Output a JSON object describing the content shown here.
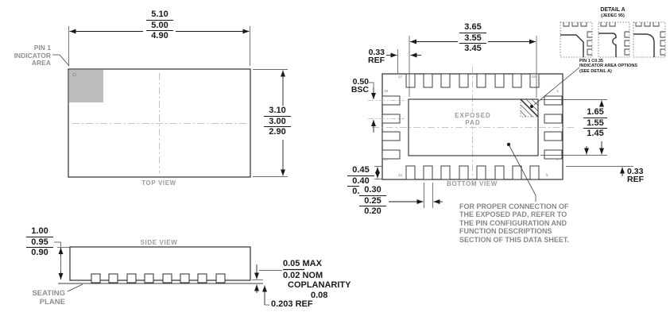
{
  "colors": {
    "line": "#3d3d3d",
    "dim_text": "#1a1a1a",
    "muted_text": "#8f8f8f",
    "pin1_fill": "#bcbcbc"
  },
  "tv": {
    "label": "TOP VIEW",
    "pin1": [
      "PIN 1",
      "INDICATOR",
      "AREA"
    ],
    "width_dim": [
      "5.10",
      "5.00",
      "4.90"
    ],
    "height_dim": [
      "3.10",
      "3.00",
      "2.90"
    ]
  },
  "bv": {
    "label": "BOTTOM VIEW",
    "exposed_pad": [
      "EXPOSED",
      "PAD"
    ],
    "ep_width_dim": [
      "3.65",
      "3.55",
      "3.45"
    ],
    "ep_height_dim": [
      "1.65",
      "1.55",
      "1.45"
    ],
    "lead_length_dim": [
      "0.45",
      "0.40",
      "0.35"
    ],
    "lead_width_dim": [
      "0.30",
      "0.25",
      "0.20"
    ],
    "ref_top": [
      "0.33",
      "REF"
    ],
    "ref_right": [
      "0.33",
      "REF"
    ],
    "pitch": [
      "0.50",
      "BSC"
    ],
    "pin1_note": [
      "PIN 1 C0.35",
      "INDICATOR AREA OPTIONS",
      "(SEE DETAIL A)"
    ],
    "ep_note": [
      "FOR PROPER CONNECTION OF",
      "THE EXPOSED PAD, REFER TO",
      "THE PIN CONFIGURATION AND",
      "FUNCTION DESCRIPTIONS",
      "SECTION OF THIS DATA SHEET."
    ],
    "pins": {
      "p17": "17",
      "p24": "24",
      "p16": "16",
      "p13": "13",
      "p1": "1",
      "p4": "4",
      "p12": "12",
      "p5": "5"
    }
  },
  "sv": {
    "label": "SIDE VIEW",
    "height_dim": [
      "1.00",
      "0.95",
      "0.90"
    ],
    "seating": [
      "SEATING",
      "PLANE"
    ],
    "standoff_max": "0.05 MAX",
    "standoff_nom": "0.02 NOM",
    "coplanarity_label": "COPLANARITY",
    "coplanarity_value": "0.08",
    "lead_thickness": "0.203 REF"
  },
  "detail": {
    "title": "DETAIL A",
    "subtitle": "(JEDEC 95)"
  }
}
